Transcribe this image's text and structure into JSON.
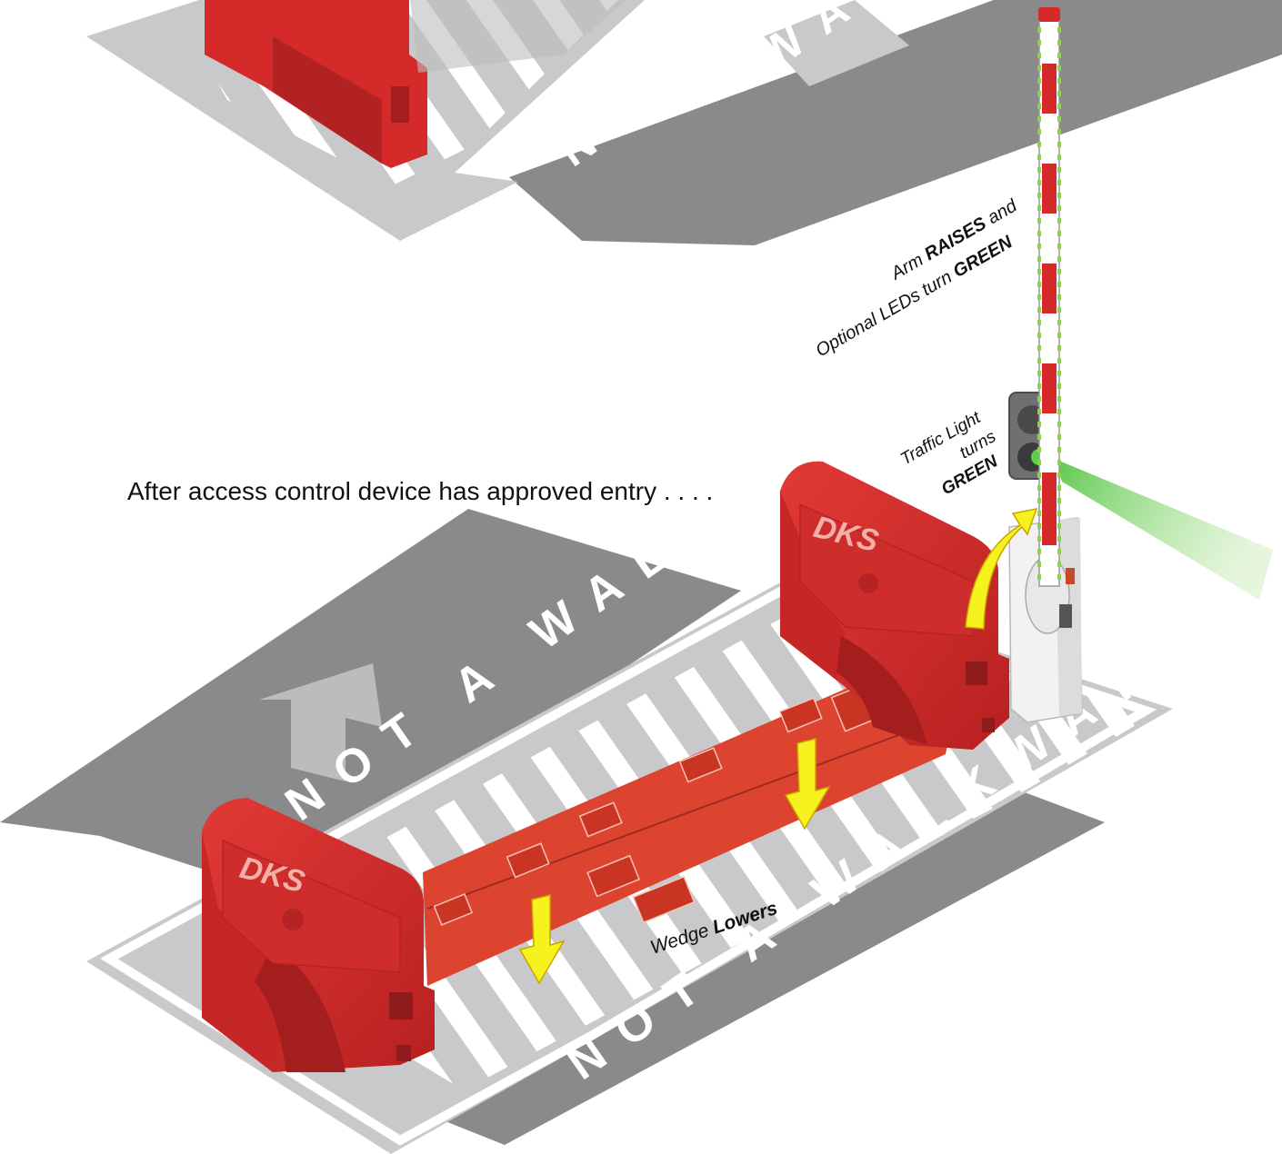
{
  "caption": "After access control device has approved entry . . . .",
  "ground_marking_text": "NOT A WALKWAY",
  "top_marking_line1": "NOT A",
  "top_marking_line2": "WAL",
  "callouts": {
    "arm_line1_prefix": "Arm ",
    "arm_line1_bold": "RAISES",
    "arm_line1_suffix": " and",
    "arm_line2_prefix": "Optional LEDs turn ",
    "arm_line2_bold": "GREEN",
    "traffic_line1": "Traffic Light",
    "traffic_line2": "turns",
    "traffic_line3": "GREEN",
    "wedge_prefix": "Wedge ",
    "wedge_bold": "Lowers"
  },
  "brand_logo_text": "DKS",
  "colors": {
    "barrier_red": "#d42a2a",
    "barrier_dark": "#a51e1e",
    "wedge_orange": "#dc4430",
    "ground_dark": "#8a8a8d",
    "ground_light": "#c9c9cb",
    "stripe_white": "#ffffff",
    "arrow_yellow": "#f6f21e",
    "led_green": "#8fd14f",
    "light_beam_green": "#6fcf4a"
  },
  "icons": [
    "raise-arrow-icon",
    "lower-arrow-icon",
    "traffic-light-icon",
    "direction-arrow-icon"
  ]
}
